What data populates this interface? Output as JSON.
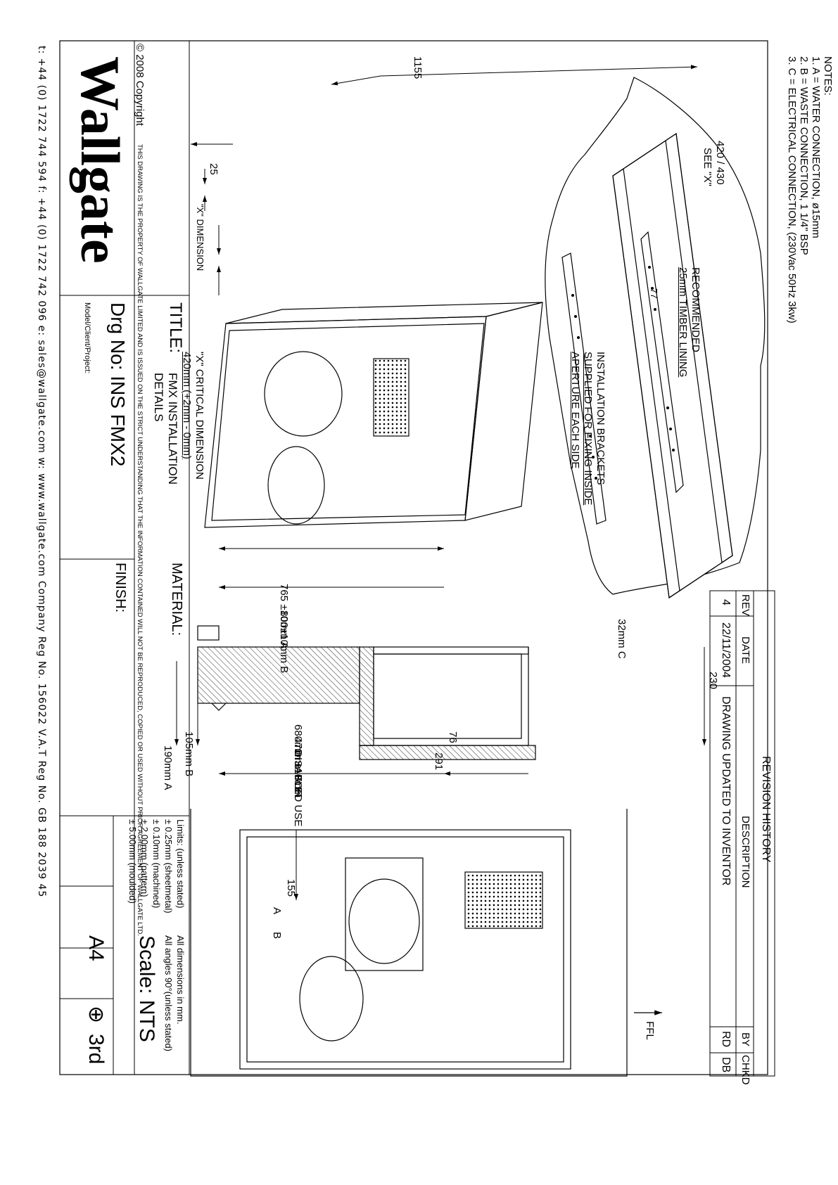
{
  "notes": {
    "heading": "NOTES:",
    "items": [
      "1. A = WATER CONNECTION, ø15mm",
      "2. B = WASTE CONNECTION, 1 1/4\" BSP",
      "3. C = ELECTRICAL CONNECTION, (230Vac 50Hz 3kw)"
    ]
  },
  "dimensions": {
    "width_1155": "1155",
    "lining_420_430": "420 / 430",
    "see_x": "SEE \"X\"",
    "d25": "25",
    "x_dimension": "\"X\" DIMENSION",
    "critical_line1": "\"X\" CRITICAL DIMENSION",
    "critical_line2": "420mm (+2mm - 0mm)",
    "d77": "77",
    "d765": "765 ±10mm A",
    "d800": "800±10mm B",
    "d32": "32mm C",
    "d230": "230",
    "d680_1": "680mm ±10mm",
    "d680_2": "470mm FOR",
    "d680_3": "DISABLED USE",
    "d291": "291",
    "d76": "76",
    "d105": "105mm B",
    "d190": "190mm A",
    "d155": "155",
    "label_a": "A",
    "label_b": "B",
    "ffl": "FFL"
  },
  "callouts": {
    "timber_1": "RECOMMENDED",
    "timber_2": "25mm TIMBER LINING",
    "brackets_1": "INSTALLATION BRACKETS",
    "brackets_2": "SUPPLIED FOR FIXING INSIDE",
    "brackets_3": "APERTURE EACH SIDE"
  },
  "revision": {
    "heading": "REVISION HISTORY",
    "columns": [
      "REV",
      "DATE",
      "DESCRIPTION",
      "BY",
      "CHKD"
    ],
    "rows": [
      [
        "4",
        "22/11/2004",
        "DRAWING UPDATED TO INVENTOR",
        "RD",
        "DB"
      ]
    ]
  },
  "title_block": {
    "copyright": "© 2008 Copyright",
    "disclaimer": "THIS DRAWING IS THE PROPERTY OF WALLGATE LIMITED AND IS ISSUED ON THE STRICT UNDERSTANDING THAT THE INFORMATION CONTAINED WILL NOT BE REPRODUCED, COPIED OR USED WITHOUT PRIOR AGREEMENT OF WALLGATE LTD.",
    "logo": "Wallgate",
    "contact": "t: +44 (0) 1722 744 594   f: +44 (0) 1722 742 096   e: sales@wallgate.com   w: www.wallgate.com   Company Reg No. 156022   V.A.T Reg No. GB 188 2039 45",
    "title_label": "TITLE:",
    "title_1": "FMX INSTALLATION",
    "title_2": "DETAILS",
    "drg_no": "Drg No: INS FMX2",
    "model_label": "Model/Client/Project:",
    "material_label": "MATERIAL:",
    "finish_label": "FINISH:",
    "limits": [
      "Limits: (unless stated)",
      "± 0.25mm (sheetmetal)",
      "± 0.10mm (machined)",
      "± 2.00mm (pattern)",
      "± 5.00mm (moulded)"
    ],
    "dims_note_1": "All dimensions in mm.",
    "dims_note_2": "All angles 90°(unless stated)",
    "scale": "Scale: NTS",
    "size": "A4",
    "angle": "3rd"
  }
}
